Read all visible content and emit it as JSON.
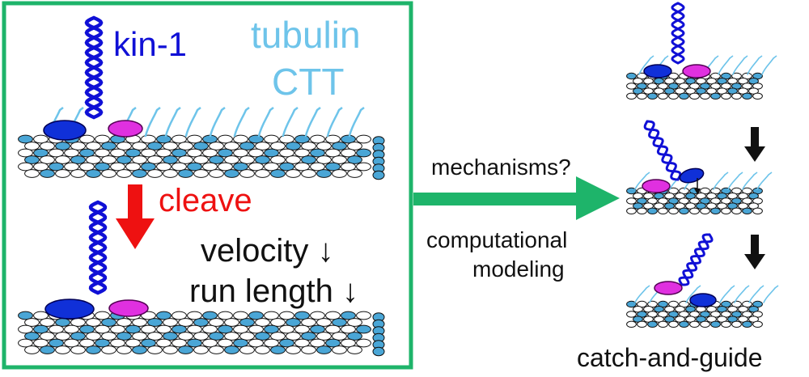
{
  "labels": {
    "kin1": "kin-1",
    "tubulin": "tubulin",
    "ctt": "CTT",
    "cleave": "cleave",
    "velocity": "velocity ↓",
    "run_length": "run length ↓",
    "mechanisms": "mechanisms?",
    "computational": "computational",
    "modeling": "modeling",
    "catch_and_guide": "catch-and-guide"
  },
  "colors": {
    "frame": "#1eb46a",
    "kinesin": "#1010d6",
    "cleave_arrow": "#ee1111",
    "head_blue": "#1030d8",
    "head_magenta": "#e030e0",
    "ctt": "#6ec4ea",
    "tubulin": "#4aa6d6",
    "tubulin_light": "#ffffff",
    "step_arrow": "#111111"
  },
  "icons": {
    "main_arrow": "arrow-right-icon",
    "cleave_arrow": "arrow-down-icon",
    "step_arrows": "arrow-down-icon"
  }
}
